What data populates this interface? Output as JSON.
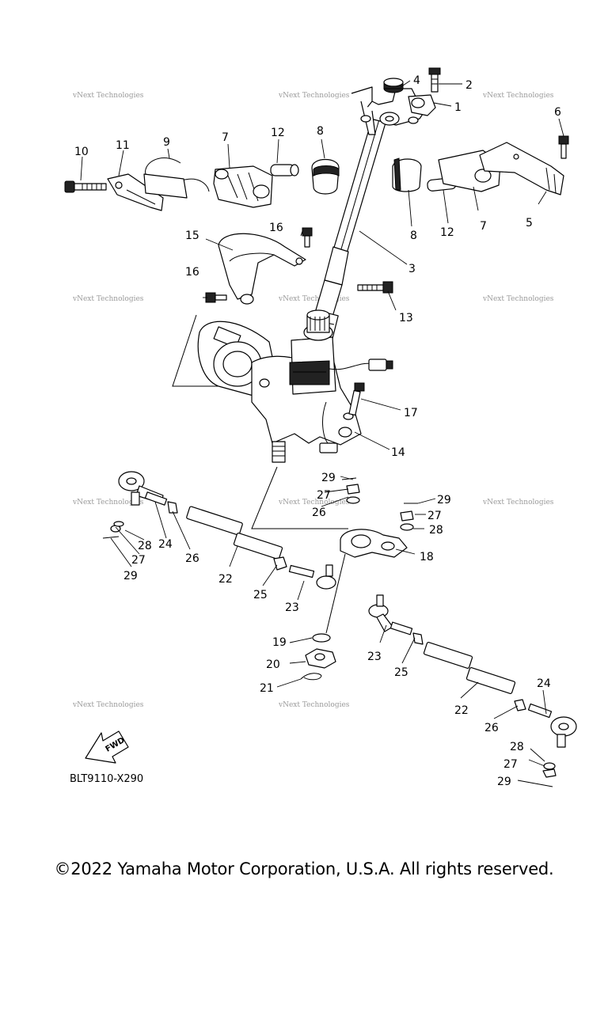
{
  "diagram": {
    "code": "BLT9110-X290",
    "fwd_label": "FWD",
    "watermark": "vNext Technologies",
    "callouts": [
      {
        "id": "c1",
        "label": "1"
      },
      {
        "id": "c2",
        "label": "2"
      },
      {
        "id": "c3",
        "label": "3"
      },
      {
        "id": "c4",
        "label": "4"
      },
      {
        "id": "c5",
        "label": "5"
      },
      {
        "id": "c6",
        "label": "6"
      },
      {
        "id": "c7a",
        "label": "7"
      },
      {
        "id": "c7b",
        "label": "7"
      },
      {
        "id": "c8a",
        "label": "8"
      },
      {
        "id": "c8b",
        "label": "8"
      },
      {
        "id": "c9",
        "label": "9"
      },
      {
        "id": "c10",
        "label": "10"
      },
      {
        "id": "c11",
        "label": "11"
      },
      {
        "id": "c12a",
        "label": "12"
      },
      {
        "id": "c12b",
        "label": "12"
      },
      {
        "id": "c13",
        "label": "13"
      },
      {
        "id": "c14",
        "label": "14"
      },
      {
        "id": "c15",
        "label": "15"
      },
      {
        "id": "c16a",
        "label": "16"
      },
      {
        "id": "c16b",
        "label": "16"
      },
      {
        "id": "c17",
        "label": "17"
      },
      {
        "id": "c18",
        "label": "18"
      },
      {
        "id": "c19",
        "label": "19"
      },
      {
        "id": "c20",
        "label": "20"
      },
      {
        "id": "c21",
        "label": "21"
      },
      {
        "id": "c22a",
        "label": "22"
      },
      {
        "id": "c22b",
        "label": "22"
      },
      {
        "id": "c23a",
        "label": "23"
      },
      {
        "id": "c23b",
        "label": "23"
      },
      {
        "id": "c24a",
        "label": "24"
      },
      {
        "id": "c24b",
        "label": "24"
      },
      {
        "id": "c25a",
        "label": "25"
      },
      {
        "id": "c25b",
        "label": "25"
      },
      {
        "id": "c26a",
        "label": "26"
      },
      {
        "id": "c26b",
        "label": "26"
      },
      {
        "id": "c26c",
        "label": "26"
      },
      {
        "id": "c27a",
        "label": "27"
      },
      {
        "id": "c27b",
        "label": "27"
      },
      {
        "id": "c27c",
        "label": "27"
      },
      {
        "id": "c27d",
        "label": "27"
      },
      {
        "id": "c28a",
        "label": "28"
      },
      {
        "id": "c28b",
        "label": "28"
      },
      {
        "id": "c28c",
        "label": "28"
      },
      {
        "id": "c29a",
        "label": "29"
      },
      {
        "id": "c29b",
        "label": "29"
      },
      {
        "id": "c29c",
        "label": "29"
      },
      {
        "id": "c29d",
        "label": "29"
      }
    ]
  },
  "footer": {
    "copyright": "©2022 Yamaha Motor Corporation, U.S.A. All rights reserved."
  }
}
